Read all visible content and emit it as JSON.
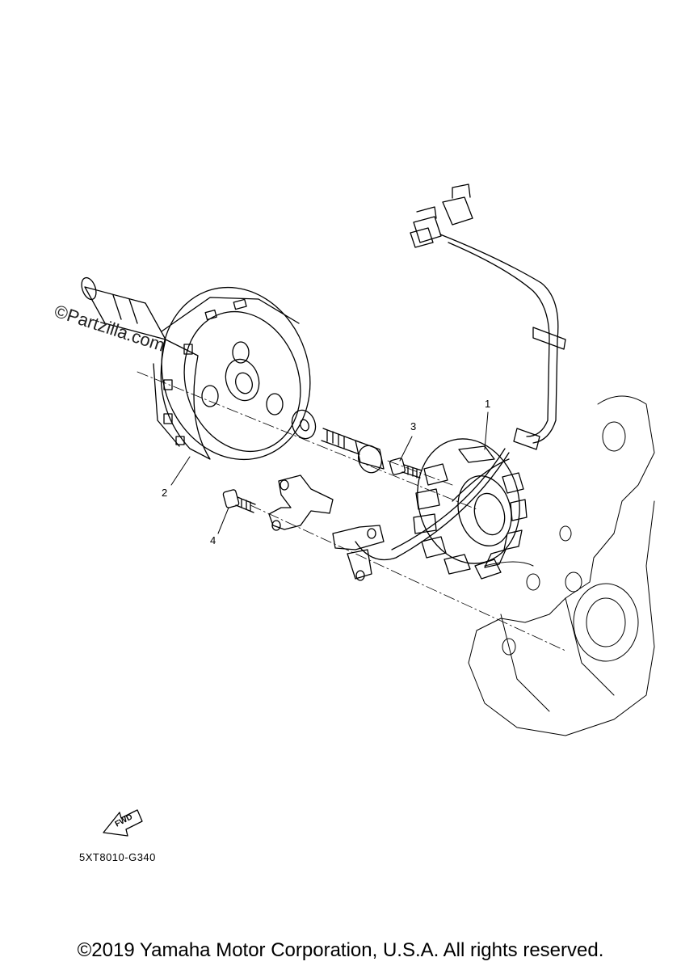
{
  "callouts": {
    "part1": "1",
    "part2": "2",
    "part3": "3",
    "part4": "4"
  },
  "watermark": "©Partzilla.com",
  "fwd_label": "FWD",
  "diagram_code": "5XT8010-G340",
  "copyright": "©2019 Yamaha Motor Corporation, U.S.A. All rights reserved.",
  "colors": {
    "ink": "#000000",
    "background": "#ffffff"
  }
}
